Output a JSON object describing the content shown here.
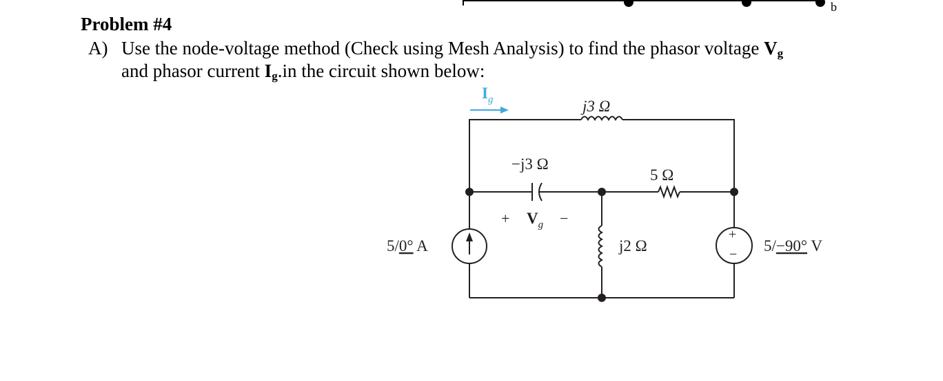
{
  "top_fragment": {
    "node_letter": "b"
  },
  "problem": {
    "title": "Problem #4",
    "part_label": "A)",
    "line1_pre": "Use the node-voltage method (Check using Mesh Analysis) to find the phasor voltage ",
    "vg_symbol": "V",
    "vg_sub": "g",
    "line2_pre": "and phasor current ",
    "ig_symbol": "I",
    "ig_sub": "g",
    "line2_post": ".in the circuit shown below:"
  },
  "circuit": {
    "ig_label": "I",
    "ig_sub": "g",
    "top_inductor": "j3 Ω",
    "capacitor": "−j3 Ω",
    "capacitor_plus": "+",
    "capacitor_minus": "−",
    "vg_label": "V",
    "vg_sub": "g",
    "resistor": "5 Ω",
    "middle_inductor": "j2 Ω",
    "current_source": "5/0° A",
    "current_source_magnitude": "5/",
    "current_source_angle": "0°",
    "current_source_unit": " A",
    "voltage_source": "5/−90° V",
    "voltage_source_magnitude": "5/",
    "voltage_source_angle": "−90°",
    "voltage_source_unit": " V",
    "vs_plus": "+",
    "vs_minus": "−",
    "colors": {
      "wire": "#231f20",
      "arrow": "#3fa9e0",
      "ig_text": "#3fa9e0"
    }
  }
}
